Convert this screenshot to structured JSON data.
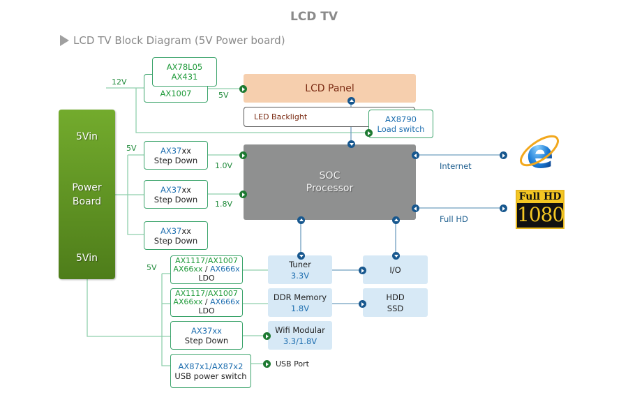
{
  "title": "LCD TV",
  "subtitle": "LCD TV Block Diagram (5V Power board)",
  "power_board": {
    "top": "5Vin",
    "middle_line1": "Power",
    "middle_line2": "Board",
    "bottom": "5Vin"
  },
  "voltages": {
    "v12": "12V",
    "v5_top": "5V",
    "v5_left": "5V",
    "v5_lower": "5V",
    "v1_0": "1.0V",
    "v1_8": "1.8V"
  },
  "top_regulators": {
    "line1": "AX78L05",
    "line2": "AX431",
    "back": "AX1007"
  },
  "lcd_panel": "LCD Panel",
  "led_backlight": "LED Backlight",
  "load_switch": {
    "part": "AX8790",
    "desc": "Load switch"
  },
  "soc": {
    "line1": "SOC",
    "line2": "Processor"
  },
  "step_down": [
    {
      "part_a": "AX37",
      "part_b": "xx",
      "desc": "Step Down"
    },
    {
      "part_a": "AX37",
      "part_b": "xx",
      "desc": "Step Down"
    },
    {
      "part_a": "AX37",
      "part_b": "xx",
      "desc": "Step Down"
    }
  ],
  "ldo": [
    {
      "line1": "AX1117/AX1007",
      "part_a": "AX66xx",
      "sep": " / ",
      "part_b": "AX666x",
      "desc": "LDO"
    },
    {
      "line1": "AX1117/AX1007",
      "part_a": "AX66xx",
      "sep": " / ",
      "part_b": "AX666x",
      "desc": "LDO"
    }
  ],
  "wifi_step_down": {
    "part": "AX37xx",
    "desc": "Step Down"
  },
  "usb_switch": {
    "part": "AX87x1/AX87x2",
    "desc": "USB power switch"
  },
  "blocks": {
    "tuner": {
      "name": "Tuner",
      "voltage": "3.3V"
    },
    "io": {
      "name": "I/O"
    },
    "ddr": {
      "name": "DDR Memory",
      "voltage": "1.8V"
    },
    "storage": {
      "line1": "HDD",
      "line2": "SSD"
    },
    "wifi": {
      "name": "Wifi  Modular",
      "voltage": "3.3/1.8V"
    }
  },
  "usb_port": "USB Port",
  "outputs": {
    "internet": "Internet",
    "full_hd": "Full HD"
  },
  "logos": {
    "ie": "e",
    "fullhd_top": "Full HD",
    "fullhd_bottom": "1080"
  },
  "colors": {
    "green_line": "#8fcfac",
    "blue_line": "#6f9fbf",
    "power_board": "#5e9123",
    "soc": "#8f9090",
    "lcd_panel": "#f6cfae",
    "light_block": "#d7e9f6"
  }
}
